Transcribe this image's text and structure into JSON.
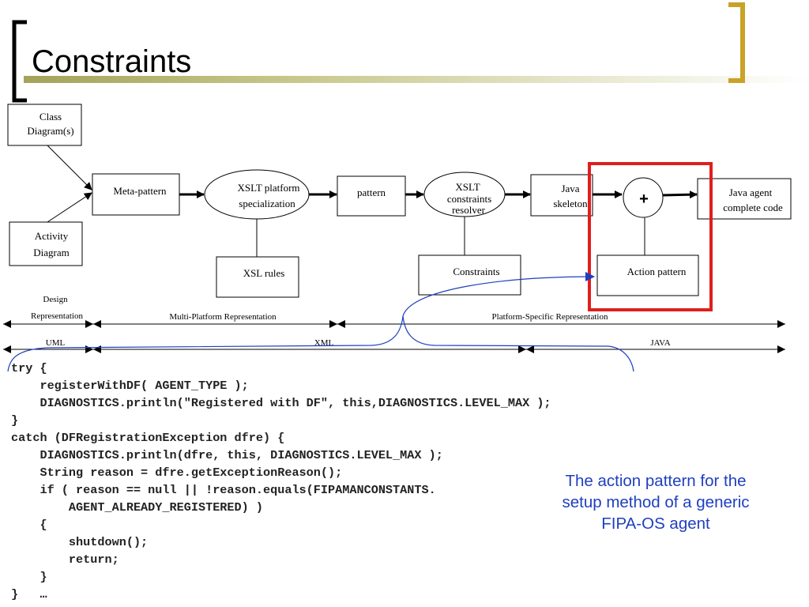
{
  "slide": {
    "title": "Constraints",
    "accent_color": "#c9a227",
    "highlight_color": "#e01e1e",
    "link_color": "#1f3fbf"
  },
  "diagram": {
    "class_diagram": [
      "Class",
      "Diagram(s)"
    ],
    "activity_diagram": [
      "Activity",
      "Diagram"
    ],
    "meta_pattern": "Meta-pattern",
    "xslt_platform": [
      "XSLT platform",
      "specialization"
    ],
    "xsl_rules": "XSL rules",
    "pattern": "pattern",
    "xslt_constraints": [
      "XSLT",
      "constraints",
      "resolver"
    ],
    "constraints": "Constraints",
    "java_skeleton": [
      "Java",
      "skeleton"
    ],
    "plus": "+",
    "action_pattern": "Action pattern",
    "java_agent": [
      "Java agent",
      "complete code"
    ]
  },
  "representations": {
    "design": [
      "Design",
      "Representation"
    ],
    "multi_platform": "Multi-Platform Representation",
    "platform_specific": "Platform-Specific Representation",
    "uml": "UML",
    "xml": "XML",
    "java": "JAVA"
  },
  "code_lines": [
    "try {",
    "    registerWithDF( AGENT_TYPE );",
    "    DIAGNOSTICS.println(\"Registered with DF\", this,DIAGNOSTICS.LEVEL_MAX );",
    "}",
    "catch (DFRegistrationException dfre) {",
    "    DIAGNOSTICS.println(dfre, this, DIAGNOSTICS.LEVEL_MAX );",
    "    String reason = dfre.getExceptionReason();",
    "    if ( reason == null || !reason.equals(FIPAMANCONSTANTS.",
    "        AGENT_ALREADY_REGISTERED) )",
    "    {",
    "        shutdown();",
    "        return;",
    "    }",
    "}   …"
  ],
  "caption": [
    "The action pattern for the",
    "setup method of a generic",
    "FIPA-OS agent"
  ]
}
